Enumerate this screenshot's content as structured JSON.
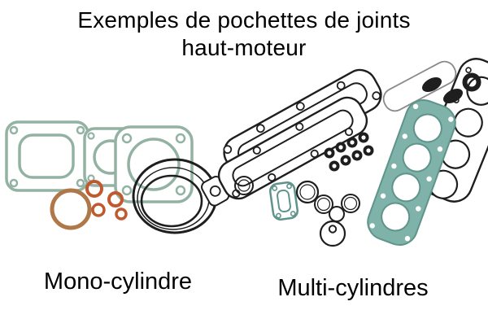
{
  "title": {
    "line1": "Exemples de pochettes de joints",
    "line2": "haut-moteur"
  },
  "captions": {
    "mono": "Mono-cylindre",
    "multi": "Multi-cylindres"
  },
  "colors": {
    "background": "#FFFFFF",
    "text": "#000000",
    "mono_gasket_green": "#93B2A3",
    "multi_gasket_teal": "#7FB3A9",
    "gasket_outline_teal": "#5F948B",
    "oring_orange": "#C05A2E",
    "oring_brown": "#B07748",
    "line_black": "#1E1E1E"
  }
}
